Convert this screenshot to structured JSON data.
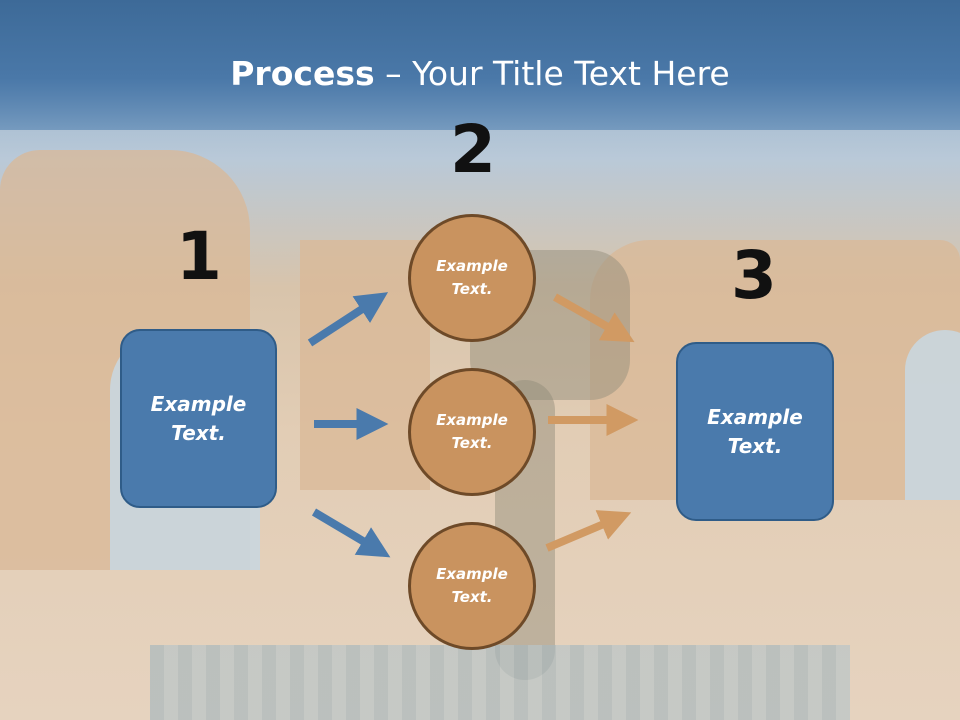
{
  "title": {
    "bold": "Process",
    "dash": " – ",
    "rest": "Your Title Text Here"
  },
  "steps": [
    {
      "number": "1",
      "text": "Example Text."
    },
    {
      "number": "2",
      "items": [
        "Example Text.",
        "Example Text.",
        "Example Text."
      ]
    },
    {
      "number": "3",
      "text": "Example Text."
    }
  ],
  "colors": {
    "box_fill": "#4a7aac",
    "circle_fill": "#c9935f",
    "arrow_blue": "#4a7aac",
    "arrow_orange": "#d19a63",
    "title_band": "#3d6a98"
  }
}
